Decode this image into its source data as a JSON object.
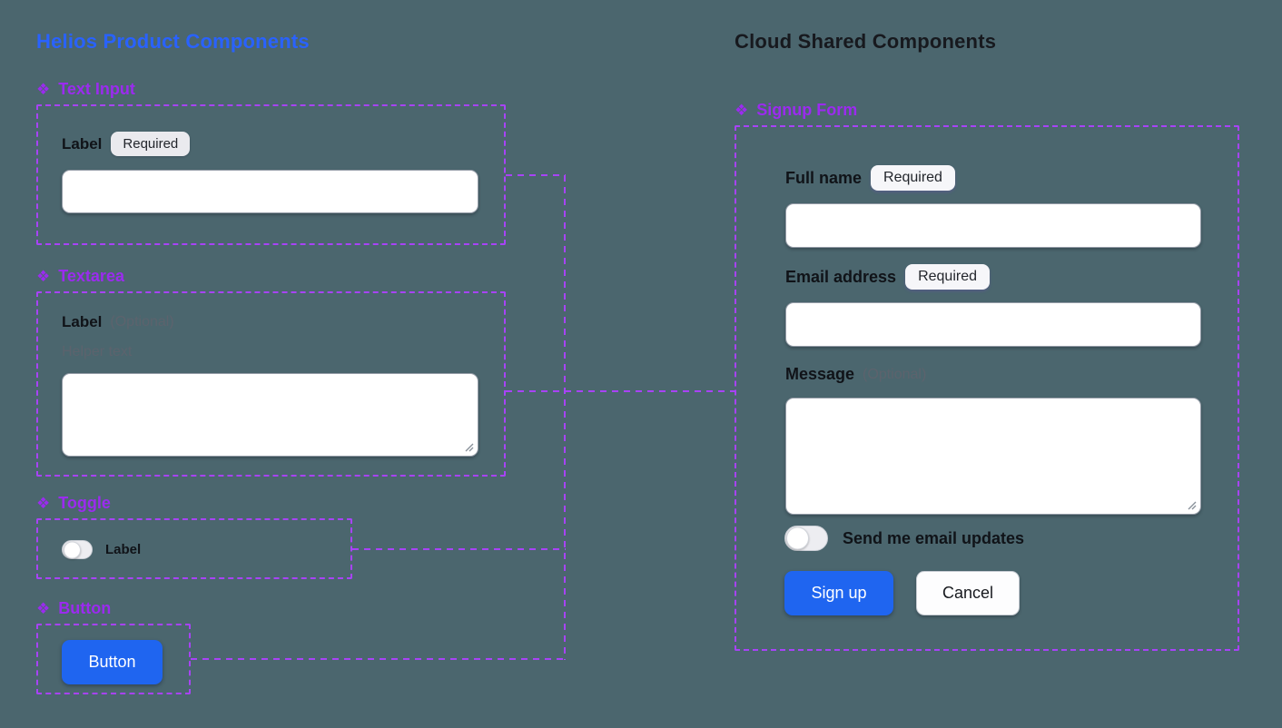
{
  "colors": {
    "background": "#4B666E",
    "dashed_purple": "#A843F7",
    "component_label_purple": "#9B2BEF",
    "left_title_blue": "#2962FF",
    "right_title_dark": "#17191E",
    "primary_button_blue": "#1F65F0"
  },
  "icons": {
    "component": "❖"
  },
  "left": {
    "title": "Helios Product Components",
    "components": {
      "text_input": {
        "name": "Text Input",
        "label": "Label",
        "badge": "Required",
        "value": ""
      },
      "textarea": {
        "name": "Textarea",
        "label": "Label",
        "optional": "(Optional)",
        "helper": "Helper text",
        "value": ""
      },
      "toggle": {
        "name": "Toggle",
        "label": "Label",
        "state": "off"
      },
      "button": {
        "name": "Button",
        "button_label": "Button"
      }
    }
  },
  "right": {
    "title": "Cloud Shared Components",
    "signup_form": {
      "name": "Signup Form",
      "full_name": {
        "label": "Full name",
        "badge": "Required",
        "value": ""
      },
      "email": {
        "label": "Email address",
        "badge": "Required",
        "value": ""
      },
      "message": {
        "label": "Message",
        "optional": "(Optional)",
        "value": ""
      },
      "toggle_label": "Send me email updates",
      "toggle_state": "off",
      "signup_button": "Sign up",
      "cancel_button": "Cancel"
    }
  }
}
